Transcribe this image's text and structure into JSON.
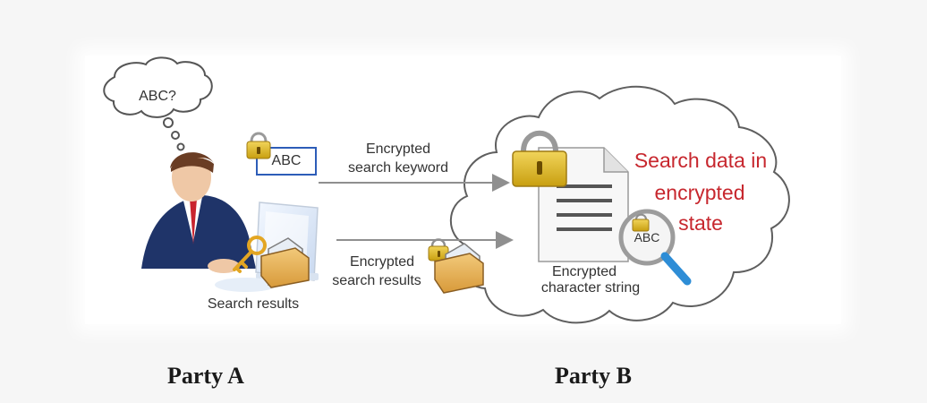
{
  "diagram": {
    "thought_text": "ABC?",
    "keyword_box_text": "ABC",
    "arrow_top_label_line1": "Encrypted",
    "arrow_top_label_line2": "search keyword",
    "arrow_bottom_label_line1": "Encrypted",
    "arrow_bottom_label_line2": "search results",
    "left_folder_label": "Search results",
    "cloud_text_line1": "Search data in",
    "cloud_text_line2": "encrypted",
    "cloud_text_line3": "state",
    "document_caption_line1": "Encrypted",
    "document_caption_line2": "character string",
    "magnifier_text": "ABC"
  },
  "captions": {
    "party_a": "Party A",
    "party_b": "Party B"
  },
  "colors": {
    "red_text": "#c7272e",
    "lock_gold": "#d8b11d",
    "suit_navy": "#1f3469",
    "folder_tan": "#e6b15a",
    "arrow_gray": "#8f8f8f"
  },
  "icons": {
    "lock": "lock-icon",
    "folder": "folder-icon",
    "key": "key-icon",
    "magnifier": "magnifier-icon",
    "document": "document-icon",
    "person": "person-icon",
    "monitor": "monitor-icon",
    "cloud": "cloud-icon",
    "thought": "thought-bubble-icon"
  }
}
